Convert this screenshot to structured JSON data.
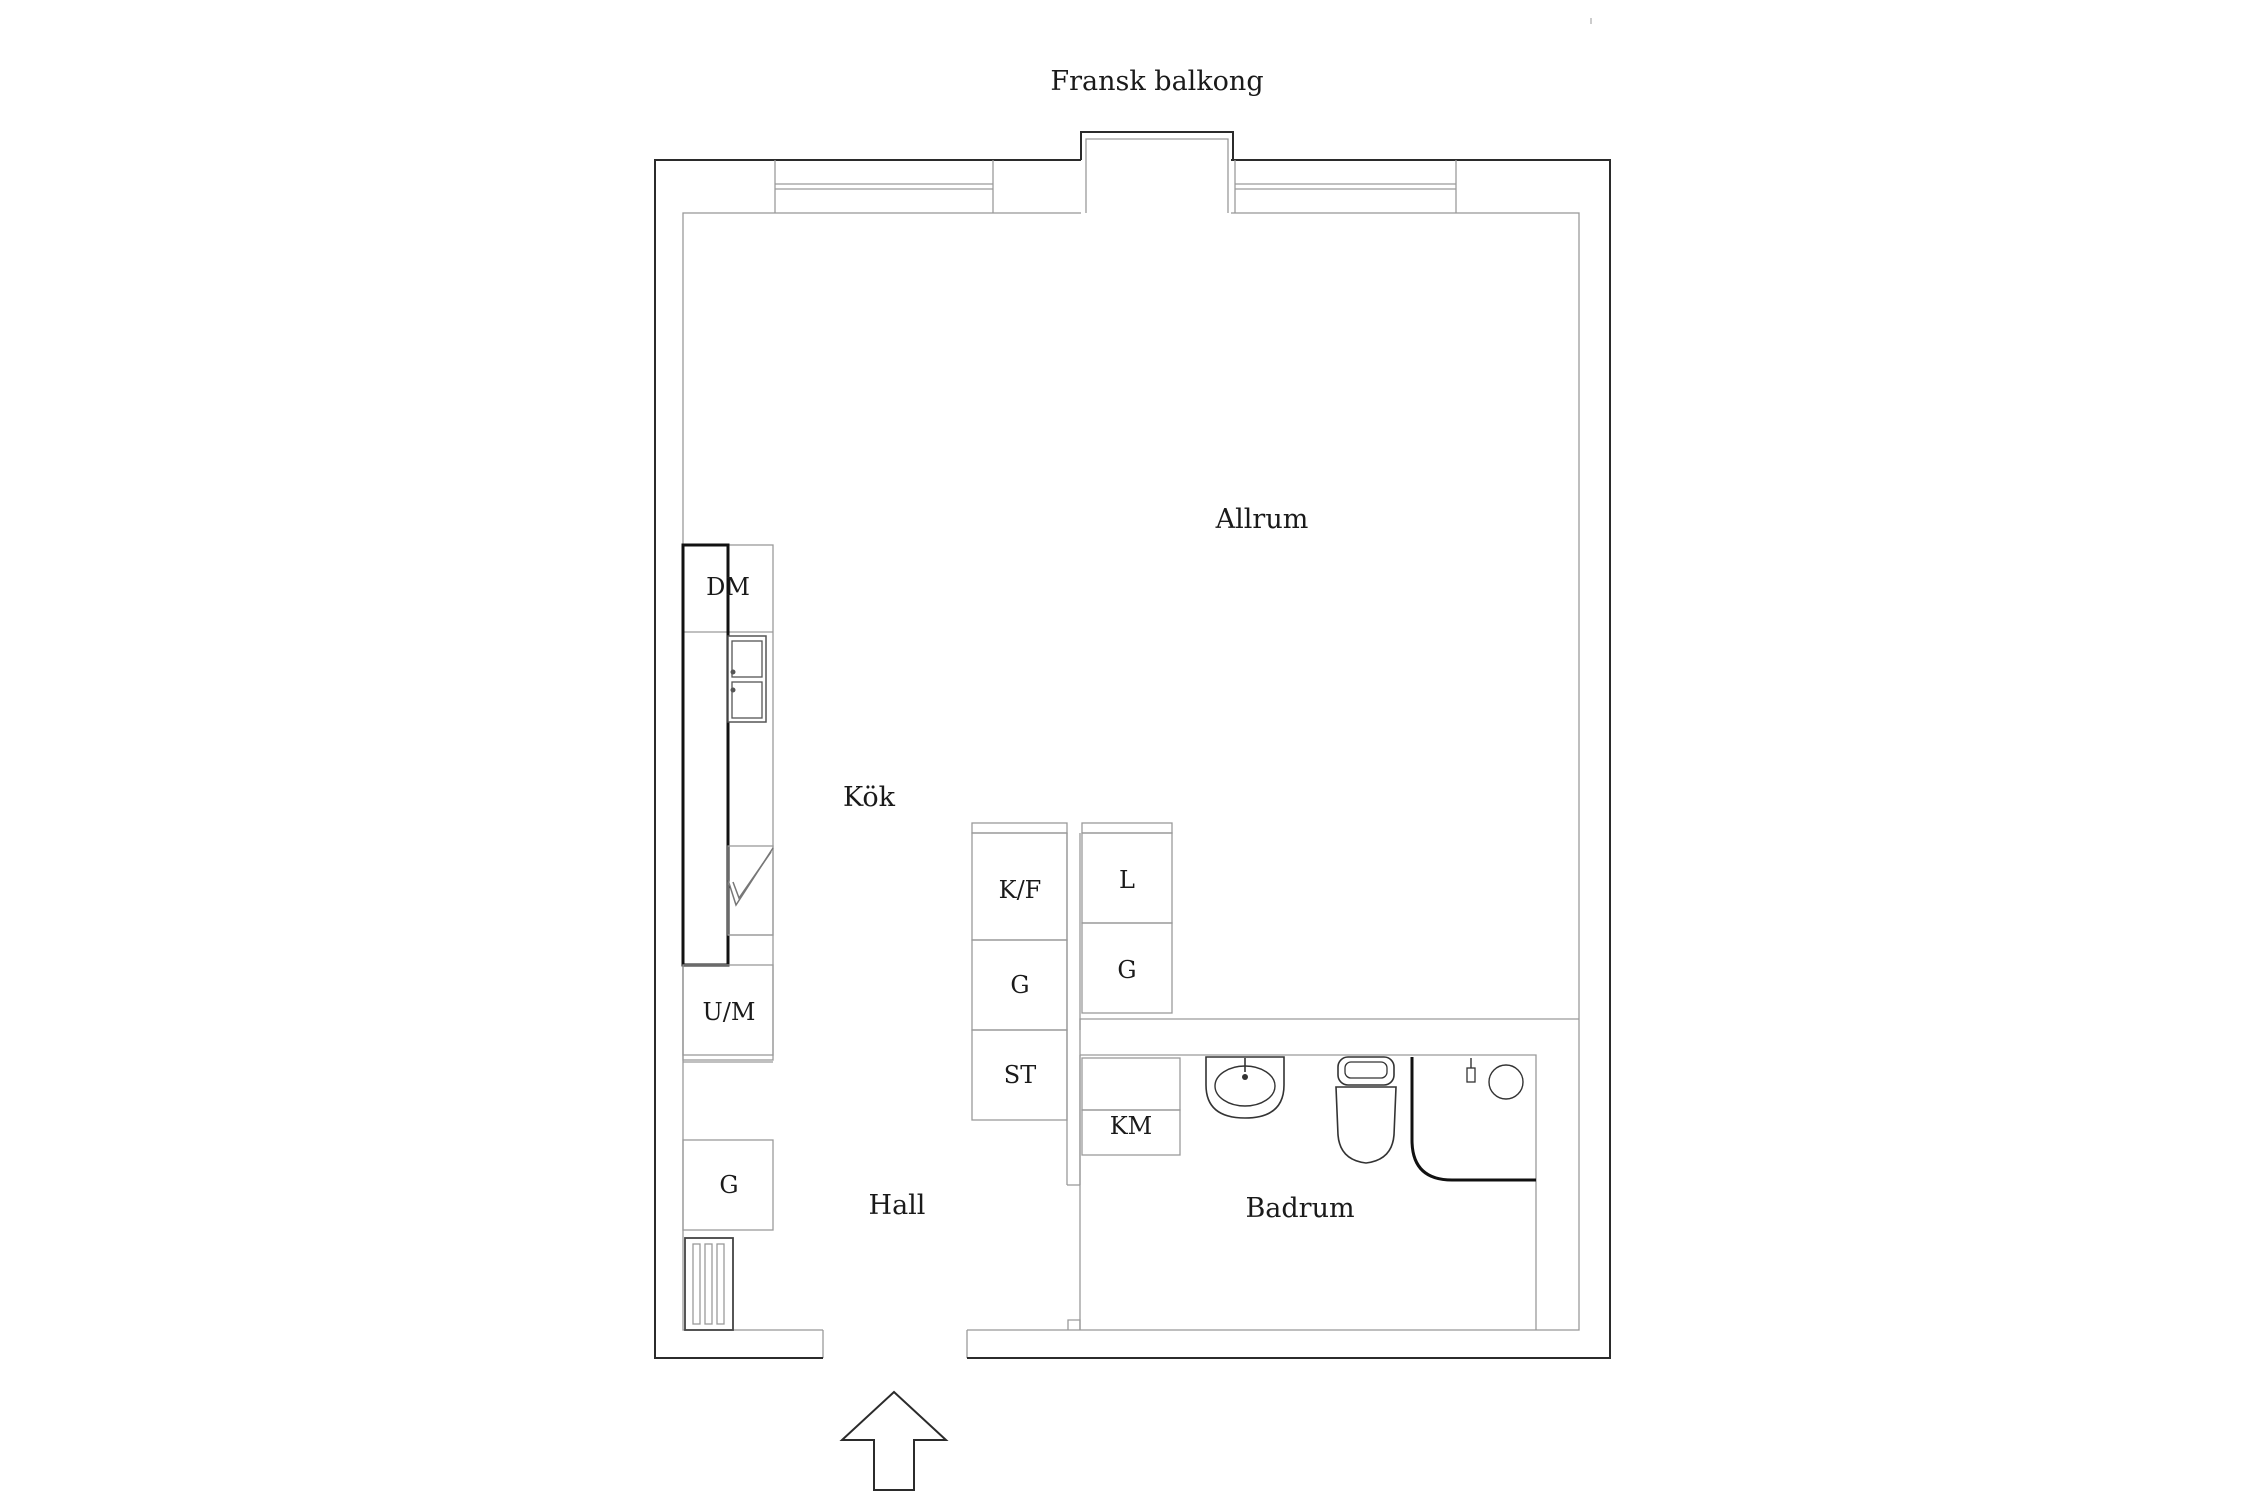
{
  "rooms": {
    "balcony": "Fransk balkong",
    "living": "Allrum",
    "kitchen": "Kök",
    "hall": "Hall",
    "bathroom": "Badrum"
  },
  "fixtures": {
    "dishwasher": "DM",
    "oven_microwave": "U/M",
    "wardrobe_hall": "G",
    "fridge_freezer": "K/F",
    "wardrobe_mid": "G",
    "storage": "ST",
    "linen": "L",
    "wardrobe_right": "G",
    "washing_machine": "KM"
  }
}
